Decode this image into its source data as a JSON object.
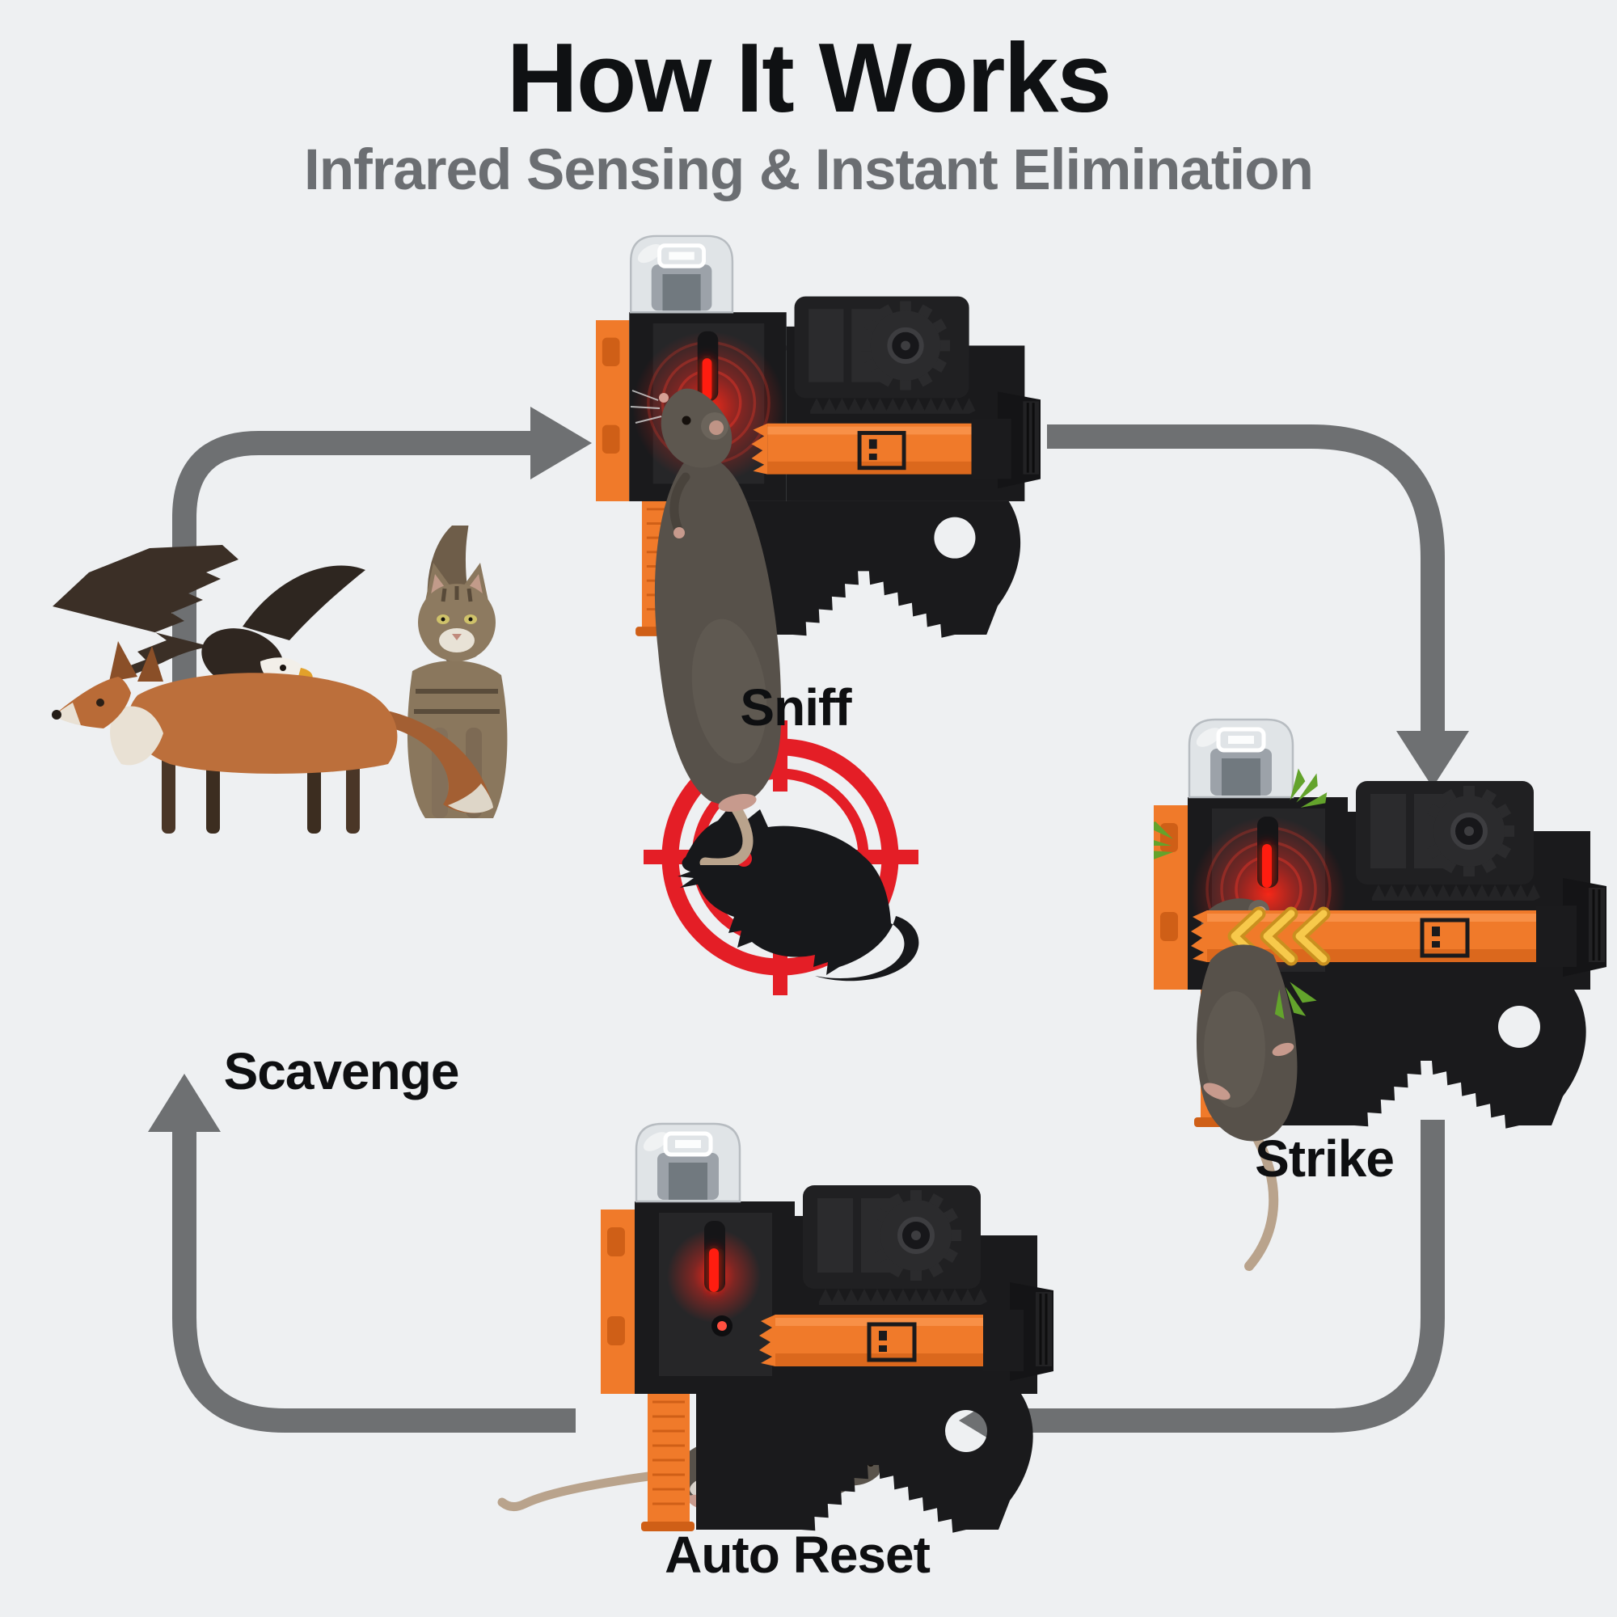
{
  "header": {
    "title": "How It Works",
    "subtitle": "Infrared Sensing & Instant Elimination"
  },
  "stages": {
    "sniff": {
      "label": "Sniff"
    },
    "strike": {
      "label": "Strike"
    },
    "auto_reset": {
      "label": "Auto Reset"
    },
    "scavenge": {
      "label": "Scavenge"
    }
  },
  "center": {
    "icon": "rat-crosshair-target-icon"
  },
  "scavengers": [
    "eagle",
    "cat",
    "fox"
  ],
  "colors": {
    "background": "#eef0f2",
    "title": "#0f1113",
    "subtitle": "#6b6e72",
    "label": "#0e0f11",
    "arrow": "#6e7072",
    "trap_black": "#1a1a1c",
    "trap_black_light": "#2b2b2d",
    "trap_orange": "#f07a2a",
    "trap_orange_dark": "#cf5f17",
    "dome_gray": "#dfe3e6",
    "alert_red": "#ff1d10",
    "target_red": "#e41e26",
    "impact_green": "#63a32c",
    "strike_gold": "#f7c94b",
    "strike_gold_dark": "#c9901f",
    "rat_fur": "#57514a",
    "rat_fur_light": "#6b645b",
    "rat_tail": "#b9a38c",
    "rat_pink": "#c79a8d",
    "eagle_brown": "#3b2f26",
    "eagle_white": "#f2efe9",
    "beak_yellow": "#e2a12b",
    "cat_fur": "#8a775d",
    "fox_orange": "#bc6f3b",
    "fox_white": "#e9e1d4"
  }
}
